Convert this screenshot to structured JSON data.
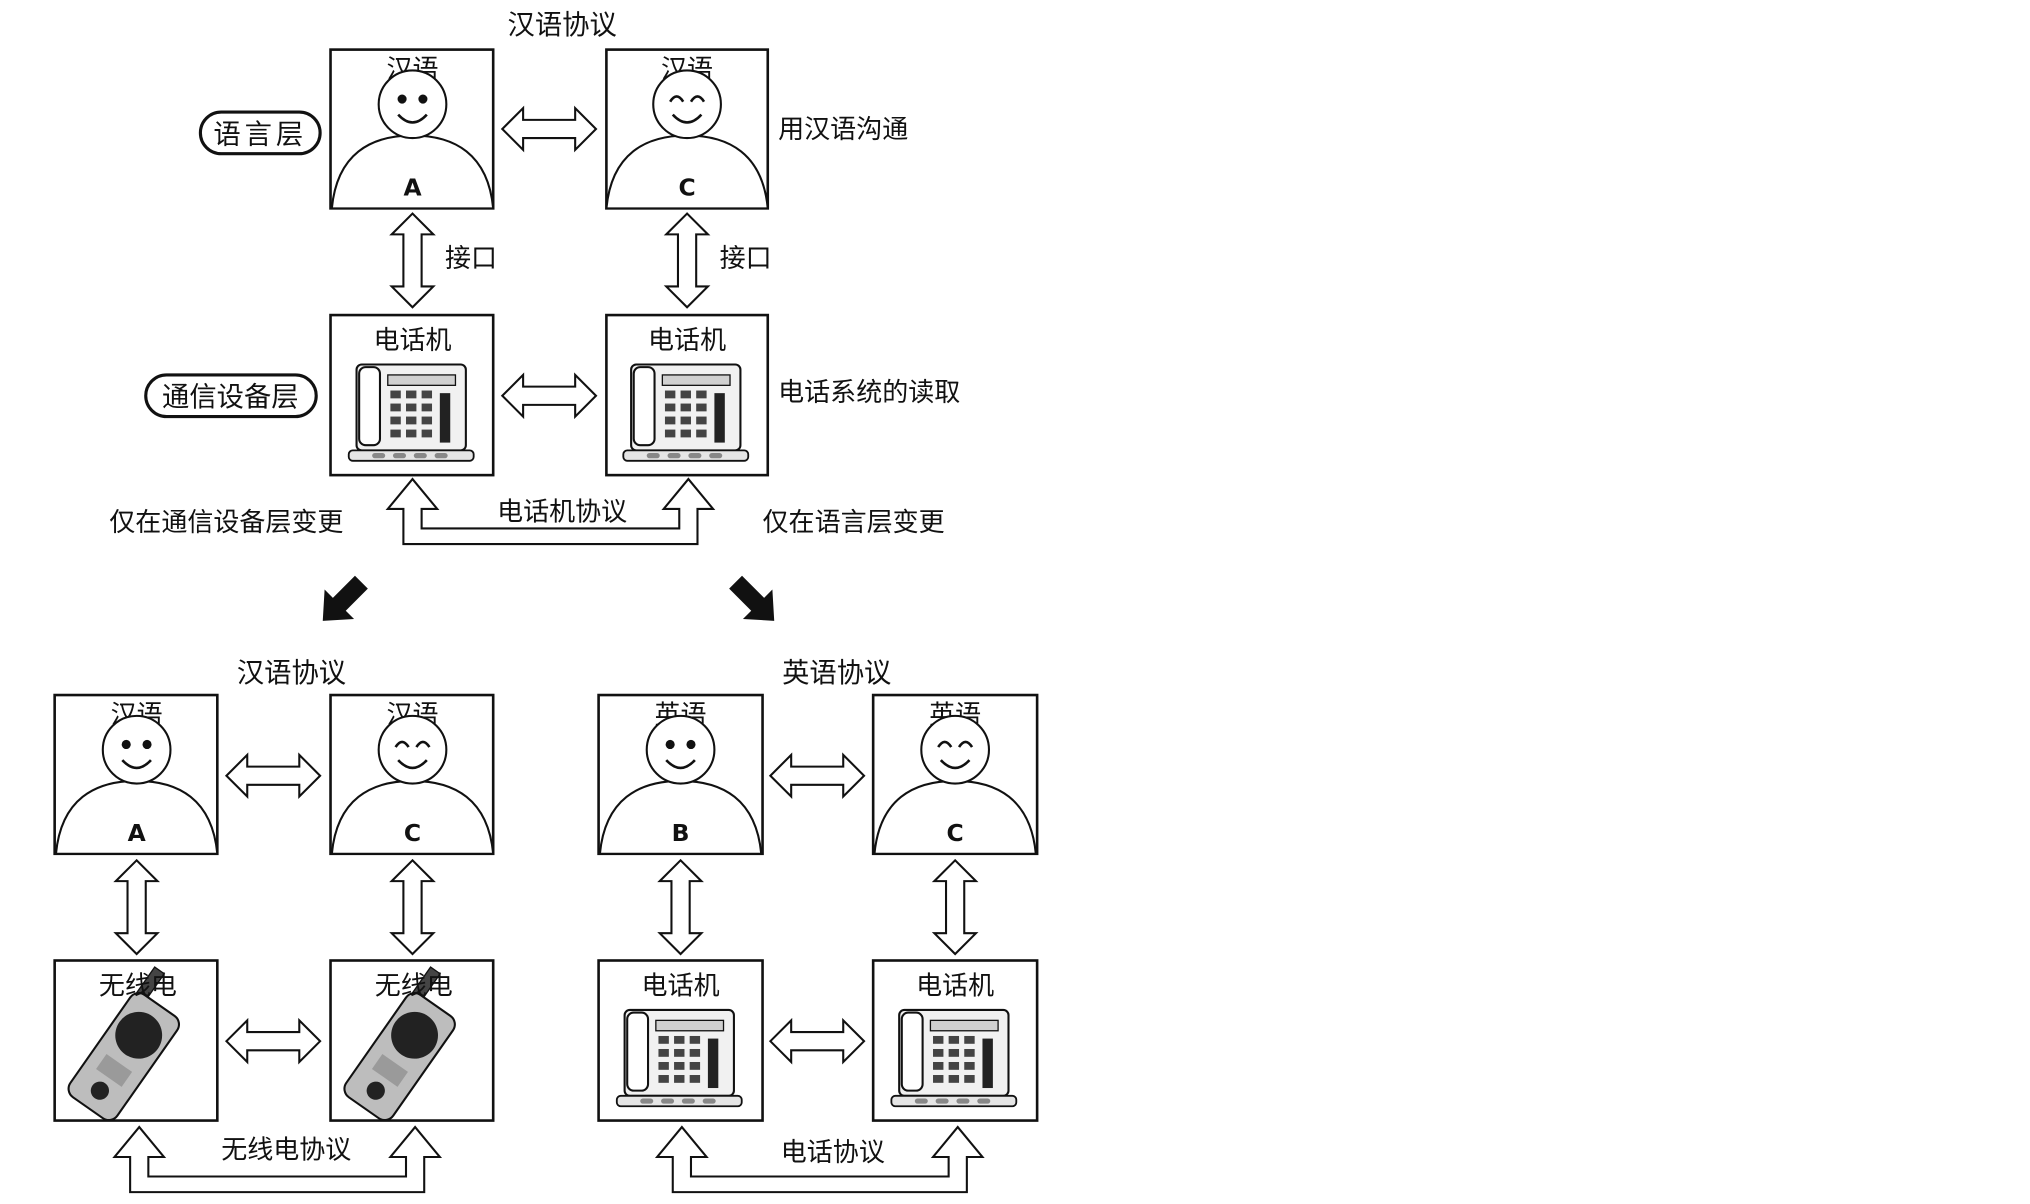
{
  "top": {
    "protocol_title": "汉语协议",
    "language_layer_label": "语言层",
    "device_layer_label": "通信设备层",
    "person_a": {
      "header": "汉语",
      "letter": "A"
    },
    "person_c": {
      "header": "汉语",
      "letter": "C"
    },
    "phone_left_header": "电话机",
    "phone_right_header": "电话机",
    "interface_left": "接口",
    "interface_right": "接口",
    "lang_note": "用汉语沟通",
    "phone_note": "电话系统的读取",
    "phone_protocol": "电话机协议",
    "change_device_only": "仅在通信设备层变更",
    "change_language_only": "仅在语言层变更"
  },
  "bottom_left": {
    "protocol_title": "汉语协议",
    "person_a": {
      "header": "汉语",
      "letter": "A"
    },
    "person_c": {
      "header": "汉语",
      "letter": "C"
    },
    "radio_left_header": "无线电",
    "radio_right_header": "无线电",
    "radio_protocol": "无线电协议"
  },
  "bottom_right": {
    "protocol_title": "英语协议",
    "person_b": {
      "header": "英语",
      "letter": "B"
    },
    "person_c": {
      "header": "英语",
      "letter": "C"
    },
    "phone_left_header": "电话机",
    "phone_right_header": "电话机",
    "phone_protocol": "电话协议"
  }
}
